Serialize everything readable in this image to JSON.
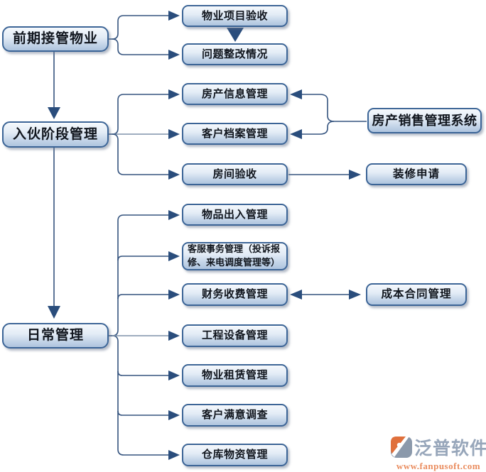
{
  "colors": {
    "box_border": "#3b6496",
    "box_fill_top": "#f4f8fc",
    "box_fill_bottom": "#aec4de",
    "line": "#35547f",
    "line_light": "#7e92aa",
    "arrow": "#2a4d7c",
    "logo_orange": "#e0703c",
    "logo_gray": "#8b99ab",
    "logo_text": "#97a6ba",
    "logo_url": "#ea8c5e"
  },
  "nodes": {
    "pre_takeover": {
      "label": "前期接管物业"
    },
    "movein_stage": {
      "label": "入伙阶段管理"
    },
    "daily_mgmt": {
      "label": "日常管理"
    },
    "project_acceptance": {
      "label": "物业项目验收"
    },
    "issue_rectification": {
      "label": "问题整改情况"
    },
    "property_info": {
      "label": "房产信息管理"
    },
    "customer_archives": {
      "label": "客户档案管理"
    },
    "room_acceptance": {
      "label": "房间验收"
    },
    "item_inout": {
      "label": "物品出入管理"
    },
    "customer_service": {
      "label": "客服事务管理（投诉报修、来电调度管理等）"
    },
    "finance_fee": {
      "label": "财务收费管理"
    },
    "engineering_equipment": {
      "label": "工程设备管理"
    },
    "property_leasing": {
      "label": "物业租赁管理"
    },
    "satisfaction_survey": {
      "label": "客户满意调查"
    },
    "warehouse_material": {
      "label": "仓库物资管理"
    },
    "sales_system": {
      "label": "房产销售管理系统"
    },
    "decoration_apply": {
      "label": "装修申请"
    },
    "cost_contract": {
      "label": "成本合同管理"
    }
  },
  "edges": [
    {
      "from": "pre_takeover",
      "to": "project_acceptance",
      "type": "arrow"
    },
    {
      "from": "pre_takeover",
      "to": "issue_rectification",
      "type": "arrow"
    },
    {
      "from": "project_acceptance",
      "to": "issue_rectification",
      "type": "block-arrow-down"
    },
    {
      "from": "pre_takeover",
      "to": "movein_stage",
      "type": "arrow-down"
    },
    {
      "from": "movein_stage",
      "to": "property_info",
      "type": "arrow"
    },
    {
      "from": "movein_stage",
      "to": "customer_archives",
      "type": "arrow"
    },
    {
      "from": "movein_stage",
      "to": "room_acceptance",
      "type": "arrow"
    },
    {
      "from": "sales_system",
      "to": "property_info",
      "type": "arrow"
    },
    {
      "from": "sales_system",
      "to": "customer_archives",
      "type": "arrow"
    },
    {
      "from": "room_acceptance",
      "to": "decoration_apply",
      "type": "arrow"
    },
    {
      "from": "movein_stage",
      "to": "daily_mgmt",
      "type": "arrow-down"
    },
    {
      "from": "daily_mgmt",
      "to": "item_inout",
      "type": "arrow"
    },
    {
      "from": "daily_mgmt",
      "to": "customer_service",
      "type": "arrow"
    },
    {
      "from": "daily_mgmt",
      "to": "finance_fee",
      "type": "arrow"
    },
    {
      "from": "daily_mgmt",
      "to": "engineering_equipment",
      "type": "arrow"
    },
    {
      "from": "daily_mgmt",
      "to": "property_leasing",
      "type": "arrow"
    },
    {
      "from": "daily_mgmt",
      "to": "satisfaction_survey",
      "type": "arrow"
    },
    {
      "from": "daily_mgmt",
      "to": "warehouse_material",
      "type": "arrow"
    },
    {
      "from": "finance_fee",
      "to": "cost_contract",
      "type": "double-arrow"
    }
  ],
  "logo": {
    "name": "泛普软件",
    "url": "www.fanpusoft.com"
  }
}
